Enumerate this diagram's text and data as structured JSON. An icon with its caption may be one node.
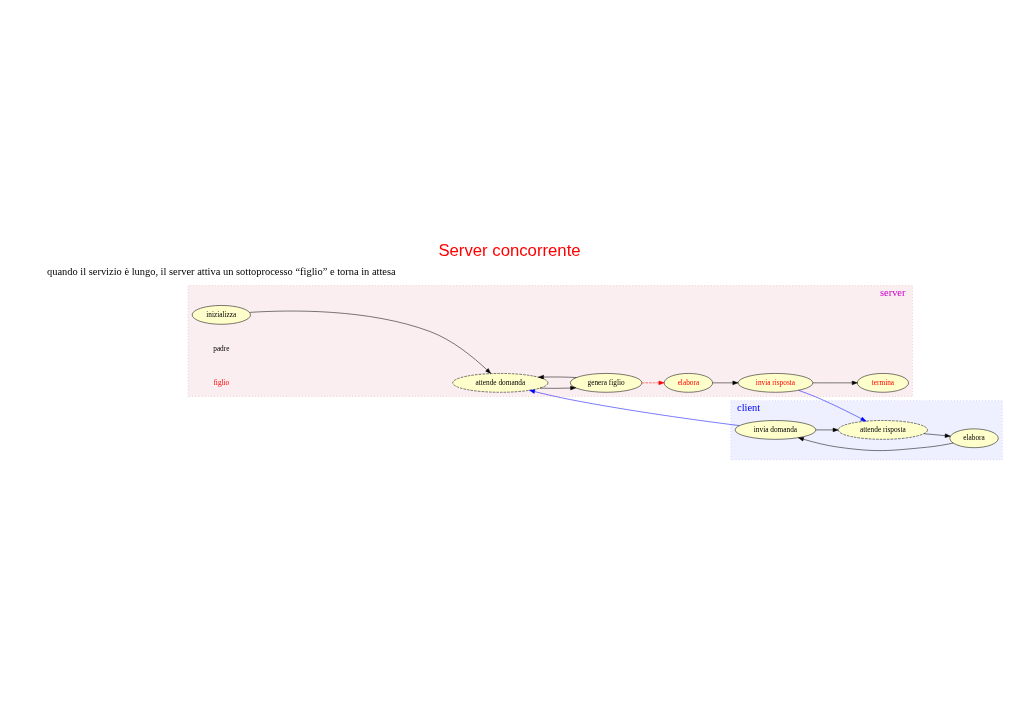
{
  "diagram": {
    "title": "Server concorrente",
    "nodes": [
      {
        "text": [
          "client"
        ]
      },
      {
        "text": [
          "invia domanda"
        ],
        "in": 0
      },
      {
        "text": [
          "elabora"
        ],
        "in": 0
      },
      {
        "text": [
          "attende risposta"
        ],
        "in": 0
      },
      {
        "text": [
          "server"
        ]
      },
      {
        "text": [
          "inizializza"
        ],
        "in": 4
      },
      {
        "text": [
          "attende domanda"
        ],
        "in": 4
      },
      {
        "text": [
          "genera figlio"
        ],
        "in": 4
      },
      {
        "text": [
          "elabora"
        ],
        "in": 4
      },
      {
        "text": [
          "invia risposta"
        ],
        "in": 4
      },
      {
        "text": [
          "termina"
        ],
        "in": 4
      }
    ],
    "edges": [
      {
        "from": 2,
        "to": 1,
        "arrow": "to"
      },
      {
        "from": 1,
        "to": 3,
        "arrow": "to"
      },
      {
        "from": 3,
        "to": 2,
        "arrow": "to"
      },
      {
        "from": 1,
        "to": 6,
        "arrow": "to",
        "color": "#0000ff"
      },
      {
        "from": 5,
        "to": 6,
        "arrow": "to"
      },
      {
        "from": 6,
        "to": 7,
        "arrow": "to"
      },
      {
        "from": 7,
        "to": 6,
        "arrow": "to"
      },
      {
        "from": 7,
        "to": 8,
        "arrow": "to",
        "style": "dashed",
        "color": "#ff0000"
      },
      {
        "from": 8,
        "to": 9,
        "arrow": "to"
      },
      {
        "from": 9,
        "to": 10,
        "arrow": "to"
      },
      {
        "from": 9,
        "to": 3,
        "arrow": "to",
        "color": "#0000ff"
      }
    ],
    "labels": [
      "quando il servizio è lungo, il server attiva un sottoprocesso “figlio” e torna in attesa",
      "padre",
      "figlio"
    ]
  }
}
